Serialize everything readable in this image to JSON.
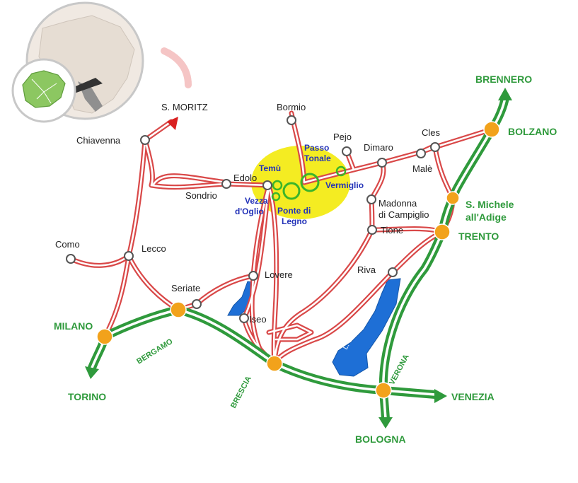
{
  "colors": {
    "road": "#d94848",
    "highway": "#2f9a3c",
    "city_dot": "#f2a21b",
    "resort_area": "#f4ec22",
    "resort_ring": "#3bb52a",
    "lake": "#1e6fd6",
    "resort_label": "#2433b8",
    "inset_region": "#8cc761"
  },
  "towns": {
    "s_moritz": "S. MORITZ",
    "chiavenna": "Chiavenna",
    "bormio": "Bormio",
    "pejo": "Pejo",
    "dimaro": "Dimaro",
    "cles": "Cles",
    "male": "Malè",
    "edolo": "Edolo",
    "sondrio": "Sondrio",
    "madonna_line1": "Madonna",
    "madonna_line2": "di Campiglio",
    "tione": "Tione",
    "como": "Como",
    "lecco": "Lecco",
    "lovere": "Lovere",
    "riva": "Riva",
    "seriate": "Seriate",
    "iseo": "Iseo"
  },
  "cities": {
    "brennero": "BRENNERO",
    "bolzano": "BOLZANO",
    "s_michele_line1": "S. Michele",
    "s_michele_line2": "all'Adige",
    "trento": "TRENTO",
    "milano": "MILANO",
    "torino": "TORINO",
    "venezia": "VENEZIA",
    "bologna": "BOLOGNA"
  },
  "highway_labels": {
    "bergamo": "BERGAMO",
    "brescia": "BRESCIA",
    "verona": "VERONA"
  },
  "resort": {
    "passo_line1": "Passo",
    "passo_line2": "Tonale",
    "temu": "Temù",
    "vermiglio": "Vermiglio",
    "vezza_line1": "Vezza",
    "vezza_line2": "d'Oglio",
    "ponte_line1": "Ponte di",
    "ponte_line2": "Legno"
  },
  "lakes": {
    "garda": "L. di Garda"
  },
  "icons": {
    "north_arrow": "red-arrow-icon",
    "locator": "europe-locator-icon"
  }
}
